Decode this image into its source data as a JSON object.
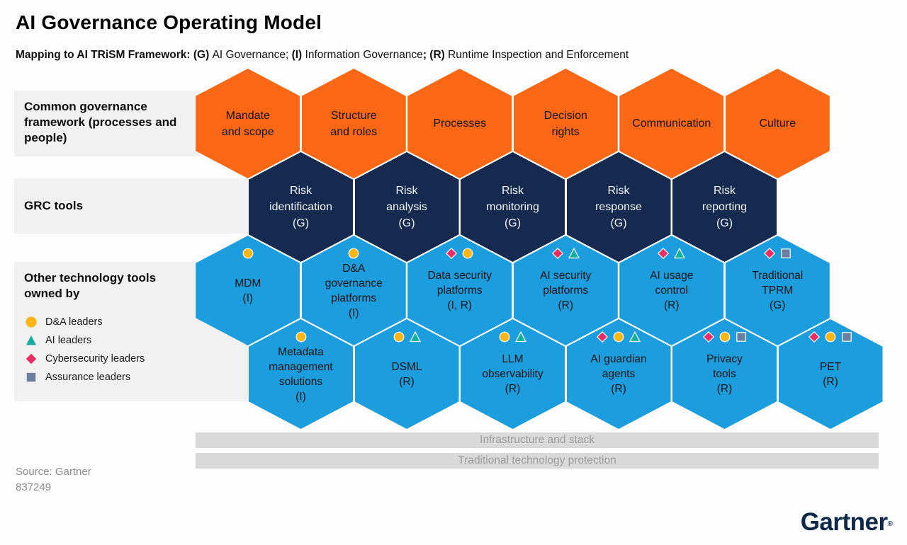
{
  "header": {
    "title": "AI Governance Operating Model",
    "subtitle_segments": [
      {
        "text": "Mapping to AI TRiSM Framework: (G) ",
        "bold": true
      },
      {
        "text": "AI Governance; ",
        "bold": false
      },
      {
        "text": "(I) ",
        "bold": true
      },
      {
        "text": "Information Governance",
        "bold": false
      },
      {
        "text": "; (R) ",
        "bold": true
      },
      {
        "text": "Runtime Inspection and Enforcement",
        "bold": false
      }
    ]
  },
  "bands": {
    "common": {
      "label": "Common governance framework (processes and people)"
    },
    "grc": {
      "label": "GRC tools"
    }
  },
  "legend": {
    "heading": "Other technology tools owned by",
    "items": [
      {
        "marker": "circle",
        "label": "D&A leaders"
      },
      {
        "marker": "triangle",
        "label": "AI leaders"
      },
      {
        "marker": "diamond",
        "label": "Cybersecurity leaders"
      },
      {
        "marker": "square",
        "label": "Assurance leaders"
      }
    ]
  },
  "hex_rows": [
    {
      "id": "common-governance",
      "palette": "orange",
      "cells": [
        {
          "lines": [
            "Mandate",
            "and scope"
          ]
        },
        {
          "lines": [
            "Structure",
            "and roles"
          ]
        },
        {
          "lines": [
            "Processes"
          ]
        },
        {
          "lines": [
            "Decision",
            "rights"
          ]
        },
        {
          "lines": [
            "Communication"
          ]
        },
        {
          "lines": [
            "Culture"
          ]
        }
      ]
    },
    {
      "id": "grc-tools",
      "palette": "navy",
      "cells": [
        {
          "lines": [
            "Risk",
            "identification",
            "(G)"
          ]
        },
        {
          "lines": [
            "Risk",
            "analysis",
            "(G)"
          ]
        },
        {
          "lines": [
            "Risk",
            "monitoring",
            "(G)"
          ]
        },
        {
          "lines": [
            "Risk",
            "response",
            "(G)"
          ]
        },
        {
          "lines": [
            "Risk",
            "reporting",
            "(G)"
          ]
        }
      ]
    },
    {
      "id": "other-tools-upper",
      "palette": "blue",
      "cells": [
        {
          "lines": [
            "MDM",
            "(I)"
          ],
          "markers": [
            "circle"
          ]
        },
        {
          "lines": [
            "D&A",
            "governance",
            "platforms",
            "(I)"
          ],
          "markers": [
            "circle"
          ]
        },
        {
          "lines": [
            "Data security",
            "platforms",
            "(I, R)"
          ],
          "markers": [
            "diamond",
            "circle"
          ]
        },
        {
          "lines": [
            "AI security",
            "platforms",
            "(R)"
          ],
          "markers": [
            "diamond",
            "triangle"
          ]
        },
        {
          "lines": [
            "AI usage",
            "control",
            "(R)"
          ],
          "markers": [
            "diamond",
            "triangle"
          ]
        },
        {
          "lines": [
            "Traditional",
            "TPRM",
            "(G)"
          ],
          "markers": [
            "diamond",
            "square"
          ]
        }
      ]
    },
    {
      "id": "other-tools-lower",
      "palette": "blue",
      "cells": [
        {
          "lines": [
            "Metadata",
            "management",
            "solutions",
            "(I)"
          ],
          "markers": [
            "circle"
          ]
        },
        {
          "lines": [
            "DSML",
            "(R)"
          ],
          "markers": [
            "circle",
            "triangle"
          ]
        },
        {
          "lines": [
            "LLM",
            "observability",
            "(R)"
          ],
          "markers": [
            "circle",
            "triangle"
          ]
        },
        {
          "lines": [
            "AI guardian",
            "agents",
            "(R)"
          ],
          "markers": [
            "diamond",
            "circle",
            "triangle"
          ]
        },
        {
          "lines": [
            "Privacy",
            "tools",
            "(R)"
          ],
          "markers": [
            "diamond",
            "circle",
            "square"
          ]
        },
        {
          "lines": [
            "PET",
            "(R)"
          ],
          "markers": [
            "diamond",
            "circle",
            "square"
          ]
        }
      ]
    }
  ],
  "bottom_bars": [
    {
      "label": "Infrastructure and stack"
    },
    {
      "label": "Traditional technology protection"
    }
  ],
  "source": {
    "line1": "Source: Gartner",
    "line2": "837249"
  },
  "footer_logo": {
    "text": "Gartner",
    "registered": "®"
  },
  "colors": {
    "orange": "#FA6715",
    "navy": "#152A4E",
    "blue": "#1B9DDE",
    "band_bg": "#F2F1F2",
    "bar_bg": "#D9D9D9",
    "bar_text": "#9C9C9C",
    "muted_text": "#8A8A8A",
    "logo_navy": "#0D2849",
    "marker_circle": "#FFB514",
    "marker_triangle": "#12AF9E",
    "marker_diamond": "#EE2A63",
    "marker_square": "#6C7EA0"
  }
}
